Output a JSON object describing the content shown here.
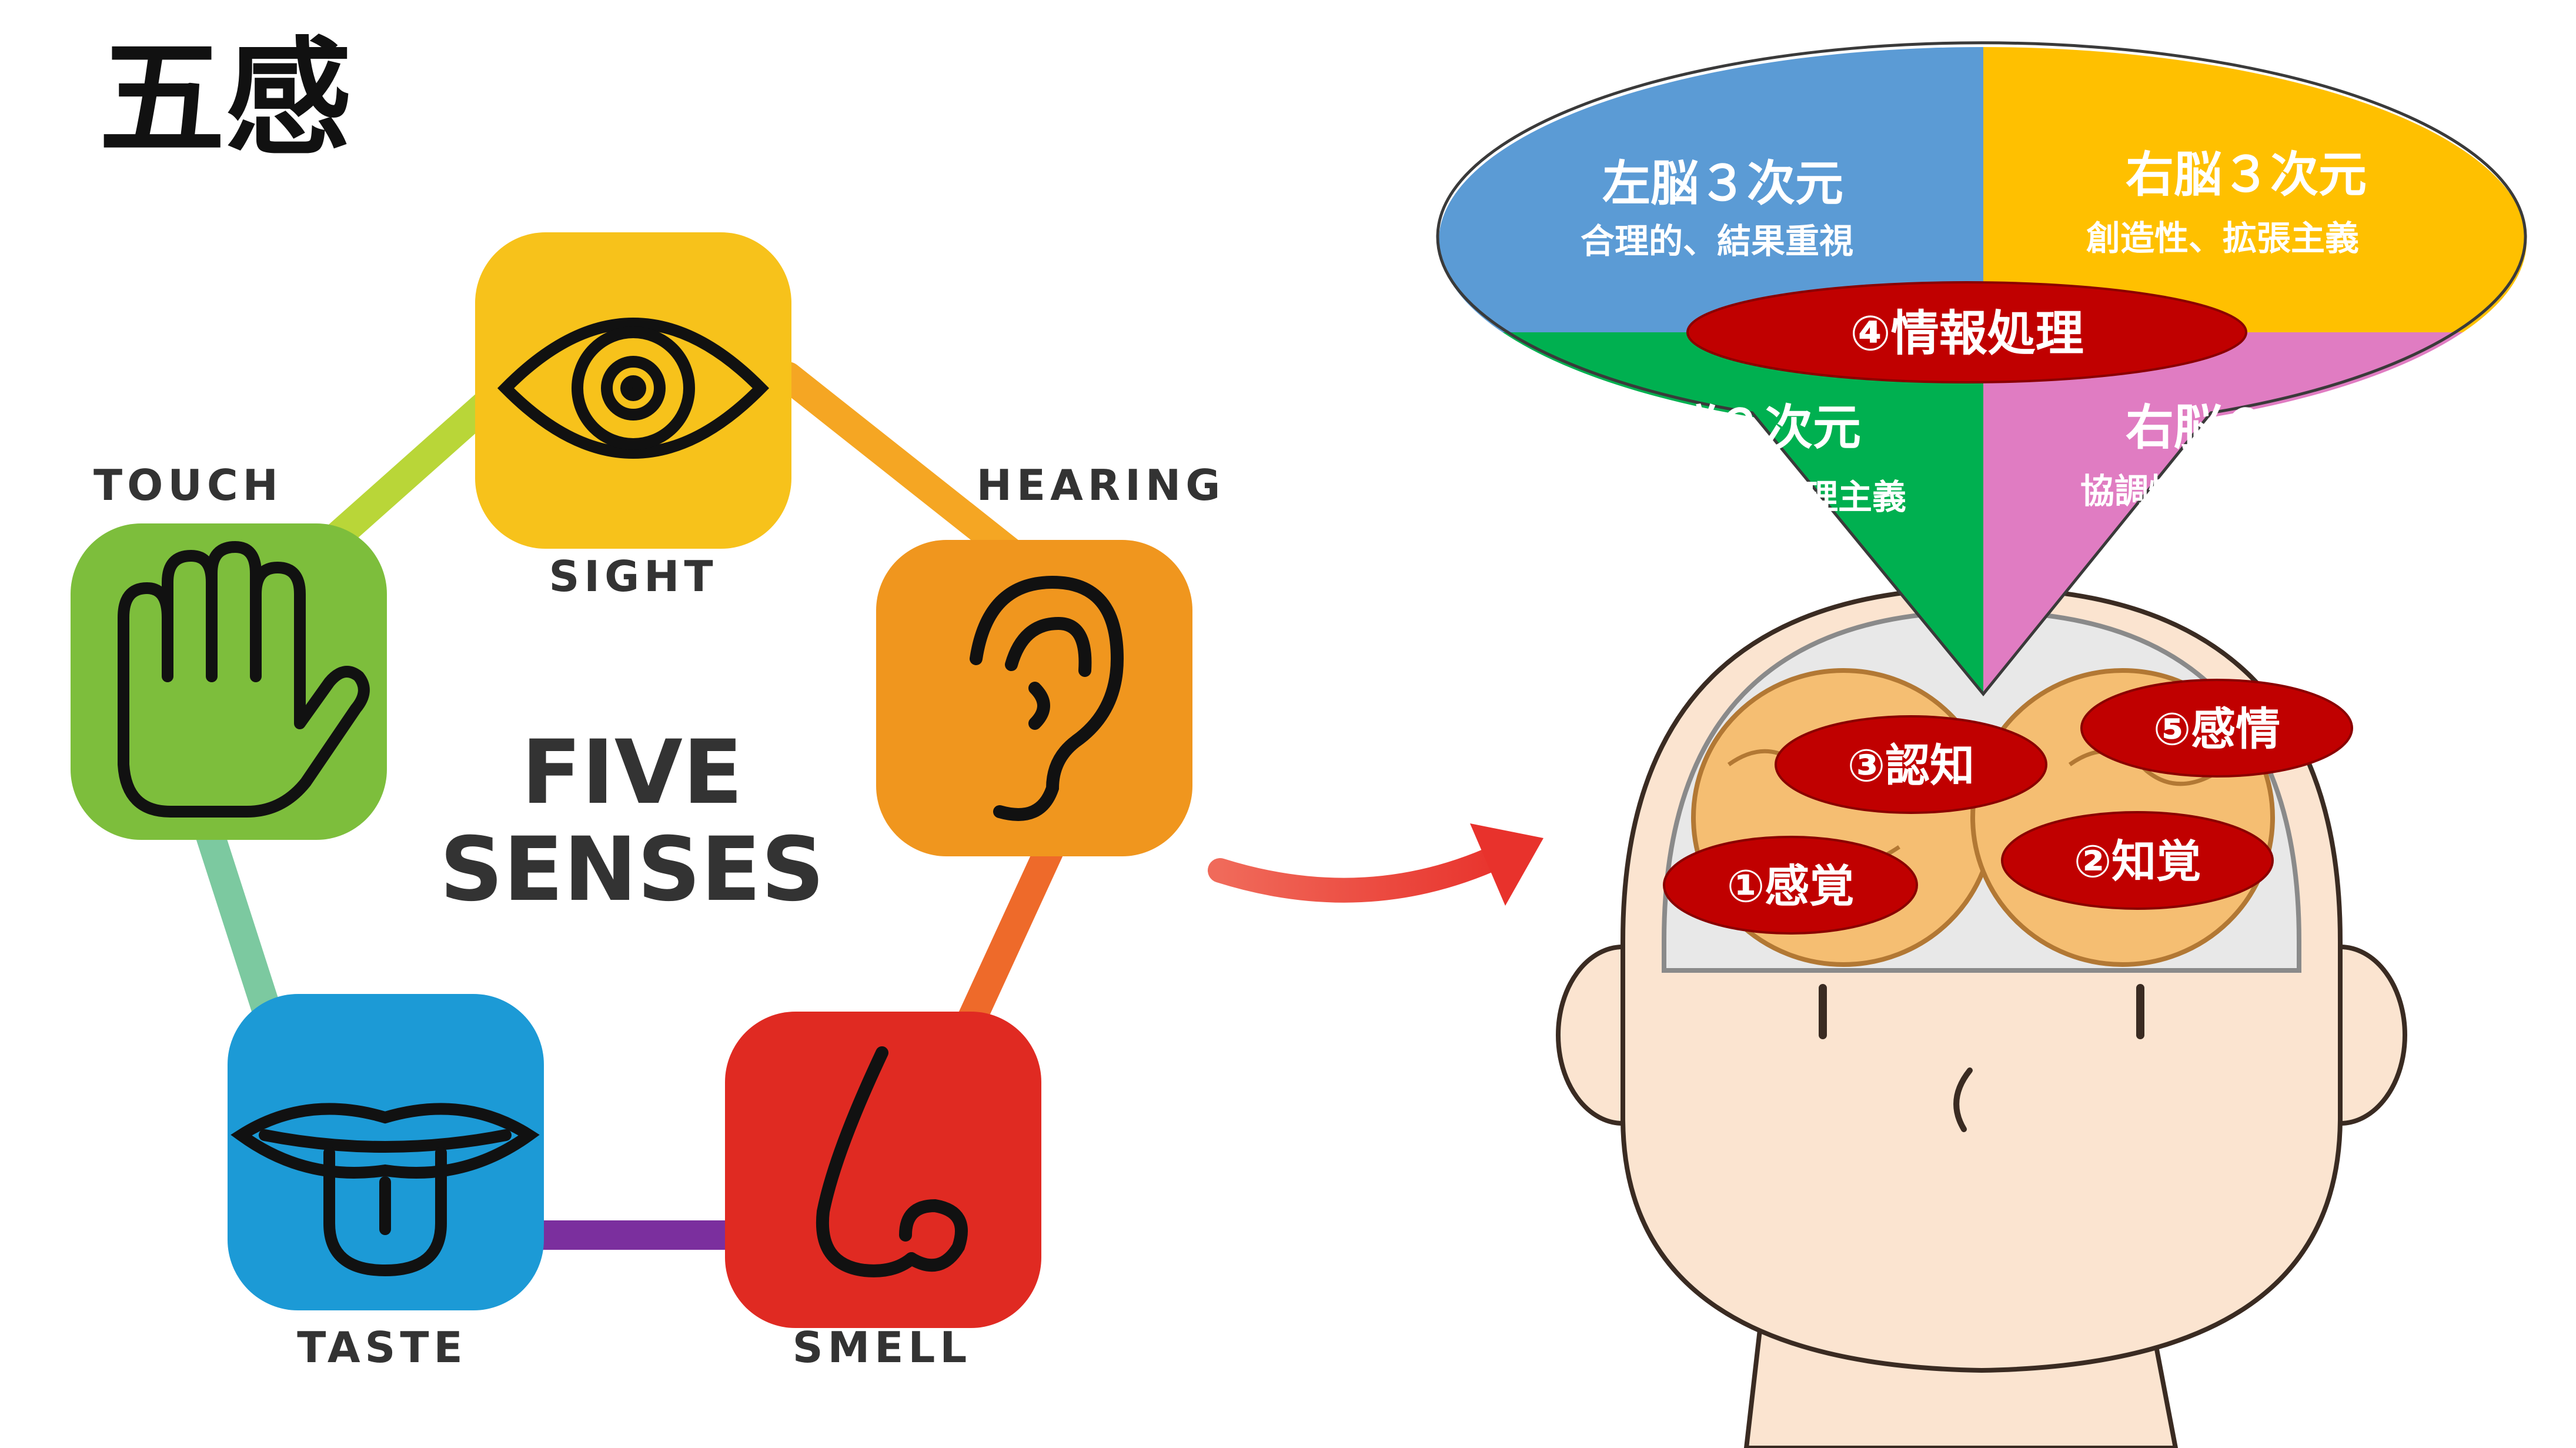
{
  "title": "五感",
  "senses": {
    "center_line1": "FIVE",
    "center_line2": "SENSES",
    "sight": "SIGHT",
    "hearing": "HEARING",
    "smell": "SMELL",
    "taste": "TASTE",
    "touch": "TOUCH"
  },
  "icons": {
    "sight": "eye-icon",
    "hearing": "ear-icon",
    "smell": "nose-icon",
    "taste": "mouth-tongue-icon",
    "touch": "hand-icon"
  },
  "brain_quadrants": {
    "left3": {
      "title": "左脳３次元",
      "sub": "合理的、結果重視"
    },
    "right3": {
      "title": "右脳３次元",
      "sub": "創造性、拡張主義"
    },
    "left2": {
      "title": "左脳２次元",
      "sub": "保守的、原理主義"
    },
    "right2": {
      "title": "右脳２次元",
      "sub": "協調性、対人重視"
    }
  },
  "processing_label": "④情報処理",
  "stages": {
    "sensation": "①感覚",
    "perception": "②知覚",
    "cognition": "③認知",
    "emotion": "⑤感情"
  },
  "colors": {
    "sight": "#F7C21B",
    "hearing": "#F0961E",
    "smell": "#E02A22",
    "taste": "#1C9AD6",
    "touch": "#7DBE3C",
    "quad_blue": "#5B9BD5",
    "quad_yellow": "#FFC000",
    "quad_green": "#00B050",
    "quad_pink": "#E07CC2",
    "label_red": "#C00000",
    "arrow_red": "#E8322C"
  }
}
